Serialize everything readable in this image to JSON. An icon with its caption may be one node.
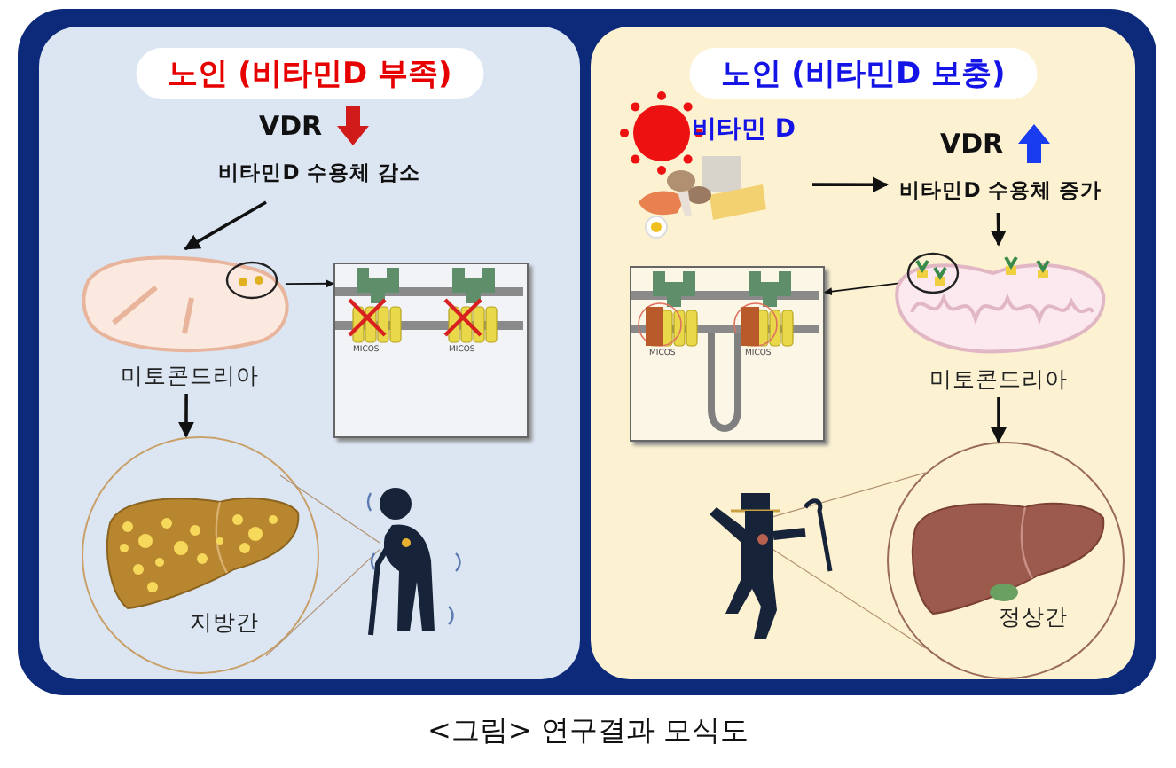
{
  "diagram": {
    "caption": "<그림> 연구결과 모식도",
    "nodes": [
      {
        "text": [
          "노인 (비타민D 부족)"
        ]
      },
      {
        "text": [
          "VDR",
          "비타민D 수용체 감소"
        ],
        "in": 0
      },
      {
        "text": [
          "미토콘드리아"
        ],
        "in": 0
      },
      {
        "text": [],
        "shape": "picture",
        "in": 0
      },
      {
        "text": [
          "지방간"
        ],
        "in": 0
      },
      {
        "text": [],
        "shape": "person",
        "in": 0
      },
      {
        "text": [
          "노인 (비타민D 보충)"
        ]
      },
      {
        "text": [
          "비타민 D"
        ],
        "in": 6
      },
      {
        "text": [
          "VDR",
          "비타민D 수용체 증가"
        ],
        "in": 6
      },
      {
        "text": [
          "미토콘드리아"
        ],
        "in": 6
      },
      {
        "text": [],
        "shape": "picture",
        "in": 6
      },
      {
        "text": [
          "정상간"
        ],
        "in": 6
      },
      {
        "text": [],
        "shape": "person",
        "in": 6
      }
    ],
    "edges": [
      {
        "from": 1,
        "to": 2,
        "arrow": "to"
      },
      {
        "from": 2,
        "to": 3,
        "arrow": "to"
      },
      {
        "from": 2,
        "to": 4,
        "arrow": "to"
      },
      {
        "from": 4,
        "to": 5,
        "arrow": "none",
        "color": "#b09070"
      },
      {
        "from": 4,
        "to": 5,
        "arrow": "none",
        "color": "#b09070"
      },
      {
        "from": 7,
        "to": 8,
        "arrow": "to"
      },
      {
        "from": 8,
        "to": 9,
        "arrow": "to"
      },
      {
        "from": 9,
        "to": 10,
        "arrow": "to"
      },
      {
        "from": 9,
        "to": 11,
        "arrow": "to"
      },
      {
        "from": 11,
        "to": 12,
        "arrow": "none",
        "color": "#b09070"
      },
      {
        "from": 11,
        "to": 12,
        "arrow": "none",
        "color": "#b09070"
      }
    ],
    "labels": [
      "MICOS",
      "MICOS",
      "MICOS",
      "MICOS"
    ]
  }
}
